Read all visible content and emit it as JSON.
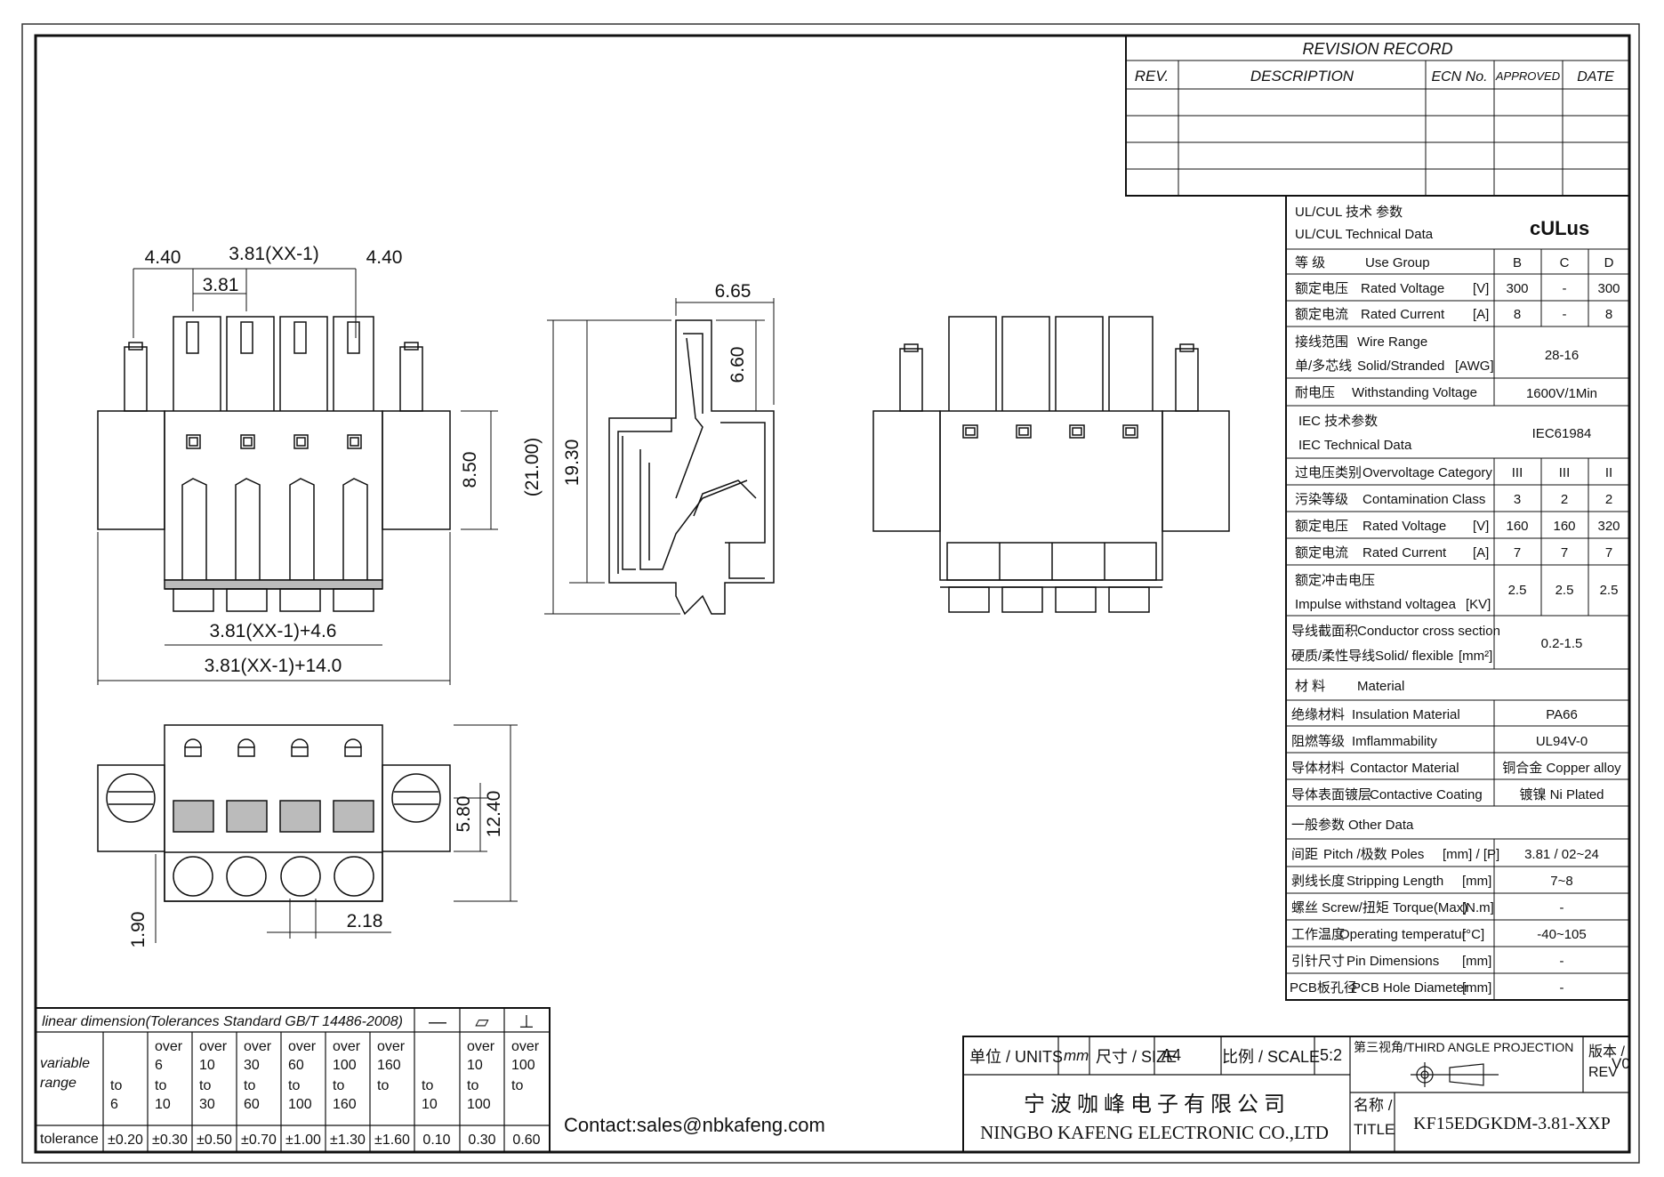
{
  "revision": {
    "title": "REVISION RECORD",
    "headers": [
      "REV.",
      "DESCRIPTION",
      "ECN No.",
      "APPROVED",
      "DATE"
    ]
  },
  "spec": {
    "ul_title_cn": "UL/CUL 技术 参数",
    "ul_title_en": "UL/CUL Technical Data",
    "ul_logo": "cULus",
    "use_group": {
      "cn": "等 级",
      "en": "Use Group",
      "cols": [
        "B",
        "C",
        "D"
      ]
    },
    "ul_rows": [
      {
        "cn": "额定电压",
        "en": "Rated Voltage",
        "unit": "[V]",
        "vals": [
          "300",
          "-",
          "300"
        ]
      },
      {
        "cn": "额定电流",
        "en": "Rated Current",
        "unit": "[A]",
        "vals": [
          "8",
          "-",
          "8"
        ]
      }
    ],
    "wire_range": {
      "cn1": "接线范围",
      "en1": "Wire Range",
      "cn2": "单/多芯线",
      "en2": "Solid/Stranded",
      "unit": "[AWG]",
      "val": "28-16"
    },
    "withstand": {
      "cn": "耐电压",
      "en": "Withstanding Voltage",
      "val": "1600V/1Min"
    },
    "iec_title_cn": "IEC 技术参数",
    "iec_title_en": "IEC Technical Data",
    "iec_std": "IEC61984",
    "iec_rows": [
      {
        "cn": "过电压类别",
        "en": "Overvoltage Category",
        "unit": "",
        "vals": [
          "III",
          "III",
          "II"
        ]
      },
      {
        "cn": "污染等级",
        "en": "Contamination Class",
        "unit": "",
        "vals": [
          "3",
          "2",
          "2"
        ]
      },
      {
        "cn": "额定电压",
        "en": "Rated Voltage",
        "unit": "[V]",
        "vals": [
          "160",
          "160",
          "320"
        ]
      },
      {
        "cn": "额定电流",
        "en": "Rated Current",
        "unit": "[A]",
        "vals": [
          "7",
          "7",
          "7"
        ]
      }
    ],
    "impulse": {
      "cn": "额定冲击电压",
      "en": "Impulse withstand voltagea",
      "unit": "[KV]",
      "vals": [
        "2.5",
        "2.5",
        "2.5"
      ]
    },
    "conductor": {
      "cn1": "导线截面积",
      "en1": "Conductor cross section",
      "cn2": "硬质/柔性导线",
      "en2": "Solid/ flexible",
      "unit": "[mm²]",
      "val": "0.2-1.5"
    },
    "material_title": {
      "cn": "材 料",
      "en": "Material"
    },
    "material_rows": [
      {
        "cn": "绝缘材料",
        "en": "Insulation Material",
        "val": "PA66"
      },
      {
        "cn": "阻燃等级",
        "en": "Imflammability",
        "val": "UL94V-0"
      },
      {
        "cn": "导体材料",
        "en": "Contactor Material",
        "val": "铜合金 Copper alloy"
      },
      {
        "cn": "导体表面镀层",
        "en": "Contactive Coating",
        "val": "镀镍 Ni Plated"
      }
    ],
    "other_title": {
      "cn": "一般参数",
      "en": "Other Data"
    },
    "other_rows": [
      {
        "cn": "间距",
        "en": "Pitch /极数 Poles",
        "unit": "[mm] / [P]",
        "val": "3.81 / 02~24"
      },
      {
        "cn": "剥线长度",
        "en": "Stripping Length",
        "unit": "[mm]",
        "val": "7~8"
      },
      {
        "cn": "螺丝",
        "en": "Screw/扭矩 Torque(Max)",
        "unit": "[N.m]",
        "val": "-"
      },
      {
        "cn": "工作温度",
        "en": "Operating temperatur",
        "unit": "[°C]",
        "val": "-40~105"
      },
      {
        "cn": "引针尺寸",
        "en": "Pin Dimensions",
        "unit": "[mm]",
        "val": "-"
      },
      {
        "cn": "PCB板孔径",
        "en": "PCB Hole Diameter",
        "unit": "[mm]",
        "val": "-"
      }
    ]
  },
  "dims": {
    "front": {
      "d1": "4.40",
      "d2": "3.81(XX-1)",
      "d3": "4.40",
      "d4": "3.81",
      "d5": "8.50",
      "d6": "3.81(XX-1)+4.6",
      "d7": "3.81(XX-1)+14.0"
    },
    "side": {
      "d1": "6.65",
      "d2": "6.60",
      "d3": "19.30",
      "d4": "(21.00)"
    },
    "bottom": {
      "d1": "5.80",
      "d2": "12.40",
      "d3": "2.18",
      "d4": "1.90"
    }
  },
  "tolerance": {
    "title": "linear dimension(Tolerances Standard GB/T 14486-2008)",
    "symbols": [
      "—",
      "▱",
      "⊥"
    ],
    "variable_label": [
      "variable",
      "range"
    ],
    "ranges": [
      [
        "",
        "to",
        "6"
      ],
      [
        "over 6",
        "to",
        "10"
      ],
      [
        "over 10",
        "to",
        "30"
      ],
      [
        "over 30",
        "to",
        "60"
      ],
      [
        "over 60",
        "to",
        "100"
      ],
      [
        "over 100",
        "to",
        "160"
      ],
      [
        "over 160",
        "to",
        ""
      ],
      [
        "",
        "to",
        "10"
      ],
      [
        "over 10",
        "to",
        "100"
      ],
      [
        "over 100",
        "to",
        ""
      ]
    ],
    "tol_label": "tolerance",
    "values": [
      "±0.20",
      "±0.30",
      "±0.50",
      "±0.70",
      "±1.00",
      "±1.30",
      "±1.60",
      "0.10",
      "0.30",
      "0.60"
    ]
  },
  "contact": "Contact:sales@nbkafeng.com",
  "titleblock": {
    "units_label": "单位 / UNITS",
    "units": "mm",
    "size_label": "尺寸 / SIZE",
    "size": "A4",
    "scale_label": "比例 / SCALE",
    "scale": "5:2",
    "projection": "第三视角/THIRD ANGLE PROJECTION",
    "rev_label1": "版本 /",
    "rev_label2": "REV",
    "rev": "V0",
    "company_cn": "宁 波 咖 峰 电 子 有 限 公 司",
    "company_en": "NINGBO KAFENG ELECTRONIC CO.,LTD",
    "title_label1": "名称 /",
    "title_label2": "TITLE",
    "title": "KF15EDGKDM-3.81-XXP"
  }
}
